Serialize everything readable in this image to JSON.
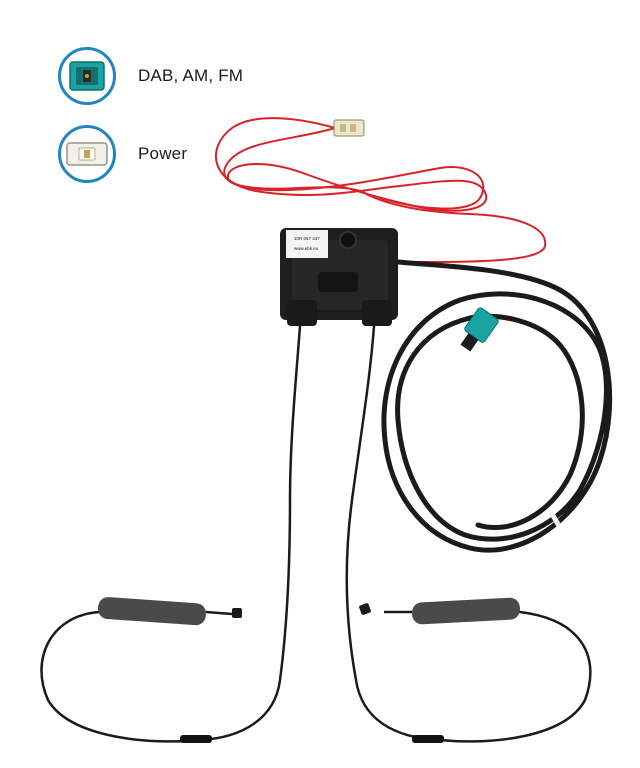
{
  "legend": {
    "items": [
      {
        "label": "DAB, AM, FM",
        "icon": "fakra-connector-icon",
        "color": "#1aa3a3"
      },
      {
        "label": "Power",
        "icon": "power-connector-icon",
        "color": "#f2f0e8"
      }
    ],
    "border_color": "#1f86c3"
  },
  "module": {
    "label_lines": [
      "10R 067 437",
      "www.ebk.eu"
    ]
  },
  "colors": {
    "red_wire": "#d8232a",
    "black_cable": "#1b1b1b",
    "foam": "#4a4a4a",
    "teal_connector": "#1aa3a3"
  }
}
